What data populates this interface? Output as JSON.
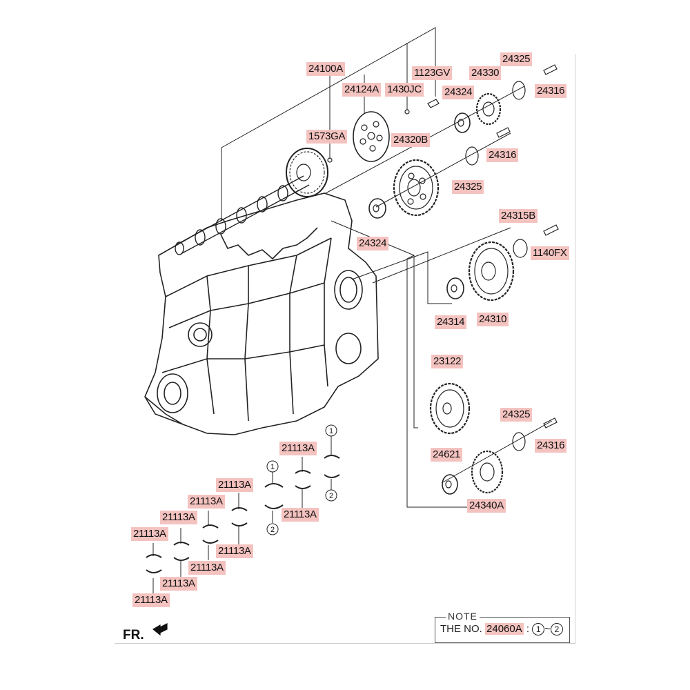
{
  "labels": {
    "p24100A": "24100A",
    "p24124A": "24124A",
    "p1430JC": "1430JC",
    "p1123GV": "1123GV",
    "p1573GA": "1573GA",
    "p24320B": "24320B",
    "p24324_top": "24324",
    "p24330": "24330",
    "p24325_top": "24325",
    "p24316_top": "24316",
    "p24316_mid": "24316",
    "p24325_mid": "24325",
    "p24324_low": "24324",
    "p24315B": "24315B",
    "p1140FX": "1140FX",
    "p24314": "24314",
    "p24310": "24310",
    "p23122": "23122",
    "p24325_bot": "24325",
    "p24316_bot": "24316",
    "p24621": "24621",
    "p24340A": "24340A",
    "b_a": "21113A",
    "b_b": "21113A",
    "b_c": "21113A",
    "b_d": "21113A",
    "b_e": "21113A",
    "b_f": "21113A",
    "b_g": "21113A",
    "b_h": "21113A",
    "b_i": "21113A",
    "b_j": "21113A"
  },
  "circle_markers": {
    "one": "1",
    "two": "2"
  },
  "front_marker": "FR.",
  "note": {
    "title": "NOTE",
    "prefix": "THE NO.",
    "code": "24060A",
    "separator": ":",
    "range_start": "1",
    "range_dash": "~",
    "range_end": "2"
  }
}
